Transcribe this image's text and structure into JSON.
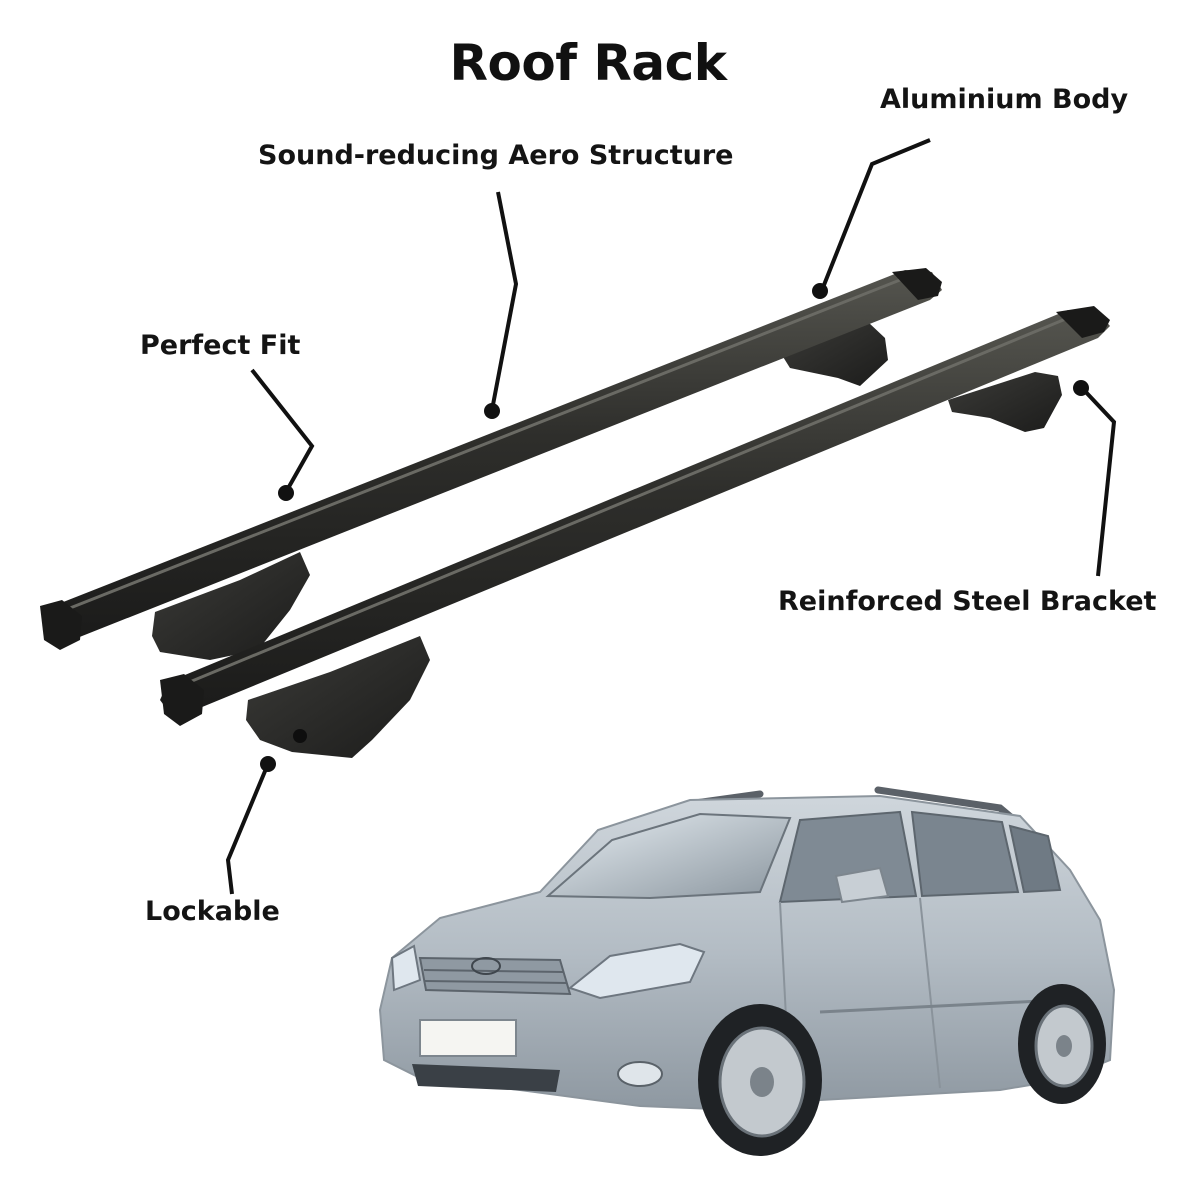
{
  "title": "Roof Rack",
  "callouts": {
    "aluminium_body": "Aluminium Body",
    "aero_structure": "Sound-reducing Aero Structure",
    "perfect_fit": "Perfect Fit",
    "steel_bracket": "Reinforced Steel Bracket",
    "lockable": "Lockable"
  },
  "colors": {
    "rack": "#2b2b29",
    "rack_highlight": "#4a4a46",
    "car_body": "#b9c1c8",
    "leader_line": "#111111"
  }
}
